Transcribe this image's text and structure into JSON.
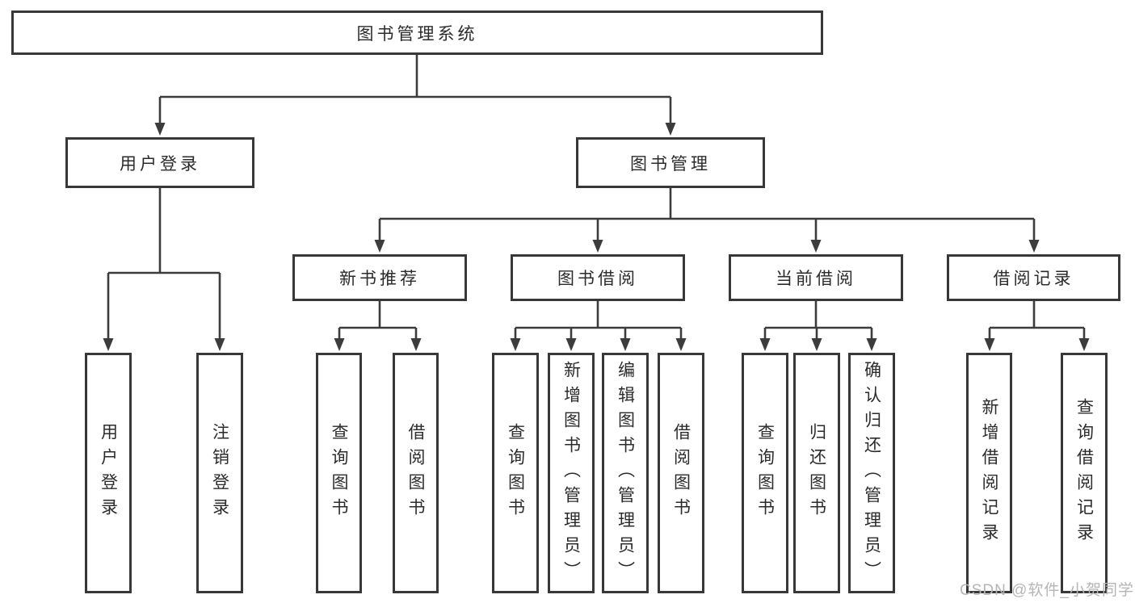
{
  "colors": {
    "background": "#ffffff",
    "line": "#383838",
    "box_border": "#383838",
    "text": "#2b2b2b",
    "watermark": "#b5b5b5"
  },
  "watermark": {
    "text": "CSDN @软件_小贺同学"
  },
  "tree": {
    "root": {
      "label": "图书管理系统"
    },
    "branches": [
      {
        "label": "用户登录",
        "children": [
          {
            "label": "用户登录"
          },
          {
            "label": "注销登录"
          }
        ]
      },
      {
        "label": "图书管理",
        "children": [
          {
            "label": "新书推荐",
            "children": [
              {
                "label": "查询图书"
              },
              {
                "label": "借阅图书"
              }
            ]
          },
          {
            "label": "图书借阅",
            "children": [
              {
                "label": "查询图书"
              },
              {
                "label": "新增图书（管理员）"
              },
              {
                "label": "编辑图书（管理员）"
              },
              {
                "label": "借阅图书"
              }
            ]
          },
          {
            "label": "当前借阅",
            "children": [
              {
                "label": "查询图书"
              },
              {
                "label": "归还图书"
              },
              {
                "label": "确认归还（管理员）"
              }
            ]
          },
          {
            "label": "借阅记录",
            "children": [
              {
                "label": "新增借阅记录"
              },
              {
                "label": "查询借阅记录"
              }
            ]
          }
        ]
      }
    ]
  }
}
